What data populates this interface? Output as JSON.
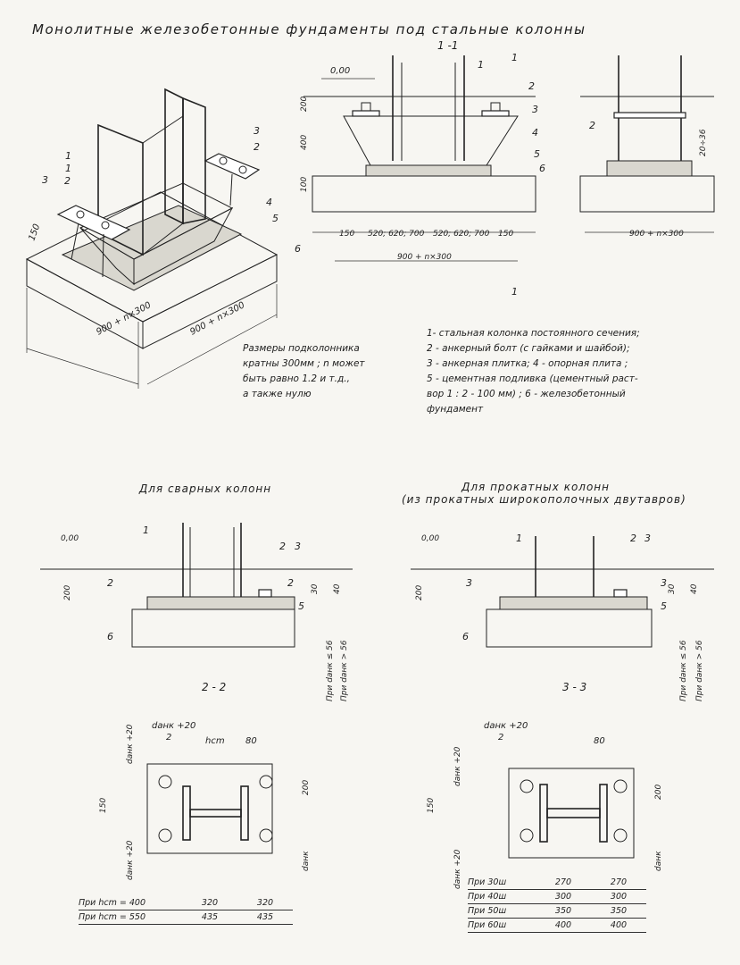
{
  "title": "Монолитные железобетонные фундаменты под стальные колонны",
  "legend": [
    "1- стальная колонка постоянного сечения;",
    "2 - анкерный болт (с гайками и шайбой);",
    "3 - анкерная плитка; 4 - опорная плита ;",
    "5 - цементная подливка (цементный раст-",
    "вор 1 : 2 - 100 мм) ; 6 - железобетонный",
    "фундамент"
  ],
  "note": [
    "Размеры подколонника",
    "кратны 300мм ; n может",
    "быть равно 1.2 и т.д.,",
    "а также нулю"
  ],
  "section_welded_title": "Для сварных колонн",
  "section_rolled_title": [
    "Для прокатных колонн",
    "(из прокатных широкополочных двутавров)"
  ],
  "section_labels": {
    "s11": "1 -1",
    "s22": "2 - 2",
    "s33": "3 - 3"
  },
  "dims": {
    "elev": "0,00",
    "d200": "200",
    "d400": "400",
    "d100": "100",
    "d150": "150",
    "d520": "520; 620; 700",
    "d900": "900 + n×300",
    "d20_36": "20÷36",
    "d30": "30",
    "d40": "40",
    "d_le56": "При dанк ≤ 56",
    "d_gt56": "При dанк > 56",
    "hcm": "hcm",
    "d80": "80",
    "d_ank20_2": "dанк +20",
    "d2": "2",
    "d_ank20": "dанк +20",
    "d_ank": "dанк",
    "d150b": "150",
    "d200b": "200"
  },
  "callouts": [
    "1",
    "2",
    "3",
    "4",
    "5",
    "6"
  ],
  "table_welded": {
    "rows": [
      {
        "label": "При hcm = 400",
        "a": "320",
        "b": "320"
      },
      {
        "label": "При hcm = 550",
        "a": "435",
        "b": "435"
      }
    ]
  },
  "table_rolled": {
    "rows": [
      {
        "label": "При 30ш",
        "a": "270",
        "b": "270"
      },
      {
        "label": "При 40ш",
        "a": "300",
        "b": "300"
      },
      {
        "label": "При 50ш",
        "a": "350",
        "b": "350"
      },
      {
        "label": "При 60ш",
        "a": "400",
        "b": "400"
      }
    ]
  }
}
